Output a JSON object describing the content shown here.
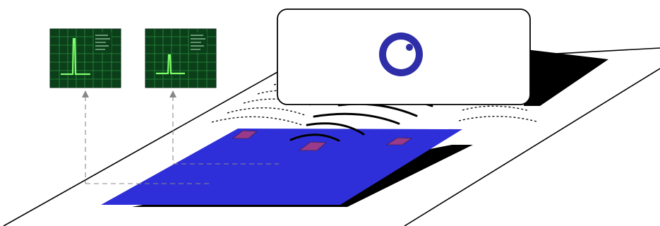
{
  "diagram": {
    "elements": [
      {
        "name": "conveyor-belt"
      },
      {
        "name": "scanner-housing",
        "icon": "sensor-eye-icon"
      },
      {
        "name": "sheet-under-inspection"
      },
      {
        "name": "defect-markers",
        "count": 3
      },
      {
        "name": "oscilloscope-left",
        "icon": "oscilloscope-icon"
      },
      {
        "name": "oscilloscope-right",
        "icon": "oscilloscope-icon"
      }
    ],
    "colors": {
      "background": "#ffffff",
      "line": "#000000",
      "sheet": "#2f2fd9",
      "shadow": "#000000",
      "defect": "#9a3a8a",
      "scope_bg": "#0a3f1a",
      "scope_grid": "#2c8c3c",
      "scope_trace": "#7dff6a",
      "sensor_ring": "#2e2ea8",
      "connector": "#888888"
    }
  }
}
